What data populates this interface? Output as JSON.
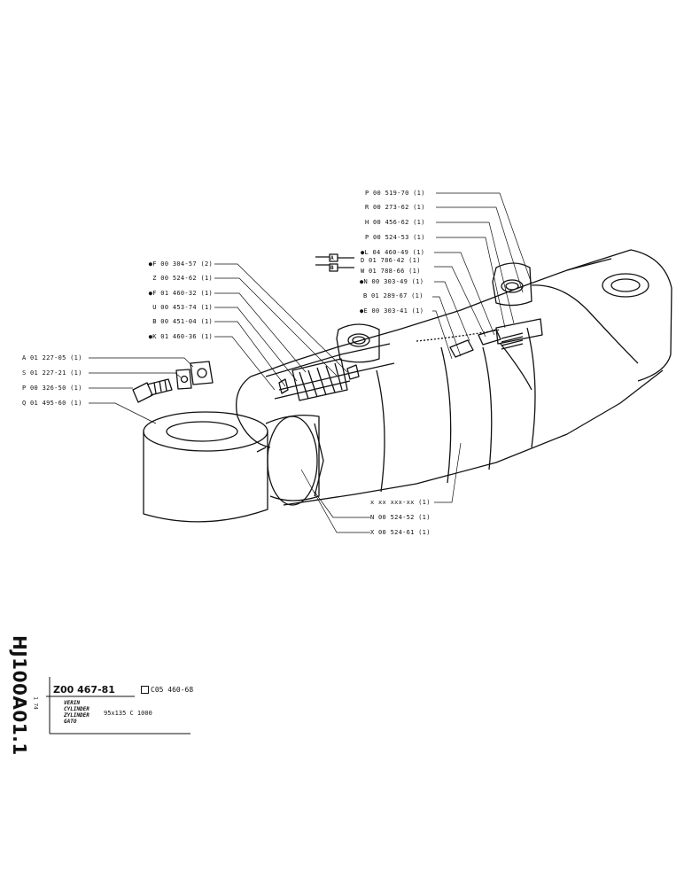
{
  "labels_left": [
    {
      "id": "F-304-57",
      "text": "●F 00 304-57 (2)"
    },
    {
      "id": "Z-524-62",
      "text": "Z 00 524-62 (1)"
    },
    {
      "id": "F-460-32",
      "text": "●F 01 460-32 (1)"
    },
    {
      "id": "U-453-74",
      "text": "U 00 453-74 (1)"
    },
    {
      "id": "B-451-04",
      "text": "B 00 451-04 (1)"
    },
    {
      "id": "K-460-36",
      "text": "●K 01 460-36 (1)"
    },
    {
      "id": "A-227-05",
      "text": "A 01 227-05 (1)"
    },
    {
      "id": "S-227-21",
      "text": "S 01 227-21 (1)"
    },
    {
      "id": "P-326-50",
      "text": "P 00 326-50 (1)"
    },
    {
      "id": "Q-495-60",
      "text": "Q 01 495-60 (1)"
    }
  ],
  "labels_right": [
    {
      "id": "P-519-70",
      "text": "P 00 519-70 (1)"
    },
    {
      "id": "R-273-62",
      "text": "R 00 273-62 (1)"
    },
    {
      "id": "H-456-62",
      "text": "H 00 456-62 (1)"
    },
    {
      "id": "P-524-53",
      "text": "P 00 524-53 (1)"
    },
    {
      "id": "L-460-49",
      "text": "●L 04 460-49 (1)"
    },
    {
      "id": "D-786-42",
      "text": "D 01 786-42 (1)"
    },
    {
      "id": "W-788-66",
      "text": "W 01 788-66 (1)"
    },
    {
      "id": "N-303-49",
      "text": "●N 00 303-49 (1)"
    },
    {
      "id": "B-289-67",
      "text": "B 01 289-67 (1)"
    },
    {
      "id": "E-303-41",
      "text": "●E 00 303-41 (1)"
    }
  ],
  "labels_bottom": [
    {
      "id": "x-xxx",
      "text": "x xx xxx-xx (1)"
    },
    {
      "id": "N-524-52",
      "text": "N 00 524-52 (1)"
    },
    {
      "id": "X-524-61",
      "text": "X 00 524-61 (1)"
    }
  ],
  "port_tags": [
    "A",
    "B"
  ],
  "title_block": {
    "sheet_code": "HJ100A01.1",
    "sheet_small": "1 74",
    "part_number": "Z00 467-81",
    "reference": "C05 460-68",
    "names": [
      "VERIN",
      "CYLINDER",
      "ZYLINDER",
      "GATO"
    ],
    "dimensions": "95x135  C  1000"
  }
}
